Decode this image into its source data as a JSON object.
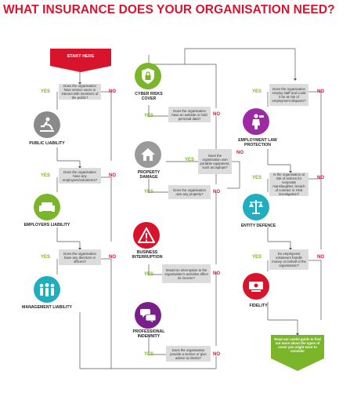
{
  "title": "WHAT INSURANCE DOES YOUR ORGANISATION NEED?",
  "start_label": "START HERE",
  "yes_label": "YES",
  "no_label": "NO",
  "colors": {
    "accent_red": "#d8142d",
    "accent_green": "#7ab52a",
    "box_grey": "#dcdcdc"
  },
  "questions": {
    "public_liability": "Does the organisation have service users or interact with members of the public?",
    "employers_liability": "Does the organisation have any employees/volunteers?",
    "management_liability": "Does the organisation have any directors or officers?",
    "cyber": "Does the organisation have an website or hold personal data?",
    "portable": "Does the organisation own portable equipment, such as laptops?",
    "property": "Does the organisation own any property?",
    "interruption": "Would an interruption to the organisation's activities affect its income?",
    "indemnity": "Does the organisation provide a service or give advice to clients?",
    "employment_law": "Does the organisation employ staff and could it be at risk of employment disputes?",
    "entity_defence": "Is the organisation at risk of actions for corporate manslaughter, breach of contract or HSE investigation?",
    "fidelity": "Do employees/ volunteers handle money on behalf of the organisation?"
  },
  "covers": {
    "public_liability": "PUBLIC LIABILITY",
    "employers_liability": "EMPLOYERS LIABILITY",
    "management_liability": "MANAGEMENT LIABILITY",
    "cyber_1": "CYBER RISKS",
    "cyber_2": "COVER",
    "property_1": "PROPERTY",
    "property_2": "DAMAGE",
    "interruption_1": "BUSINESS",
    "interruption_2": "INTERRUPTION",
    "indemnity_1": "PROFESSIONAL",
    "indemnity_2": "INDEMNITY",
    "employment_law_1": "EMPLOYMENT LAW",
    "employment_law_2": "PROTECTION",
    "entity_defence": "ENTITY DEFENCE",
    "fidelity": "FIDELITY"
  },
  "final_text": "Read our useful guide to find out more about the types of cover you might want to consider",
  "icons": {
    "public_liability": "slip-hazard-icon",
    "employers_liability": "sofa-icon",
    "management_liability": "people-group-icon",
    "cyber": "shield-lock-icon",
    "property": "house-icon",
    "interruption": "warning-triangle-icon",
    "indemnity": "speech-bubbles-icon",
    "employment_law": "whistle-icon",
    "entity_defence": "scales-icon",
    "fidelity": "cash-icon"
  }
}
